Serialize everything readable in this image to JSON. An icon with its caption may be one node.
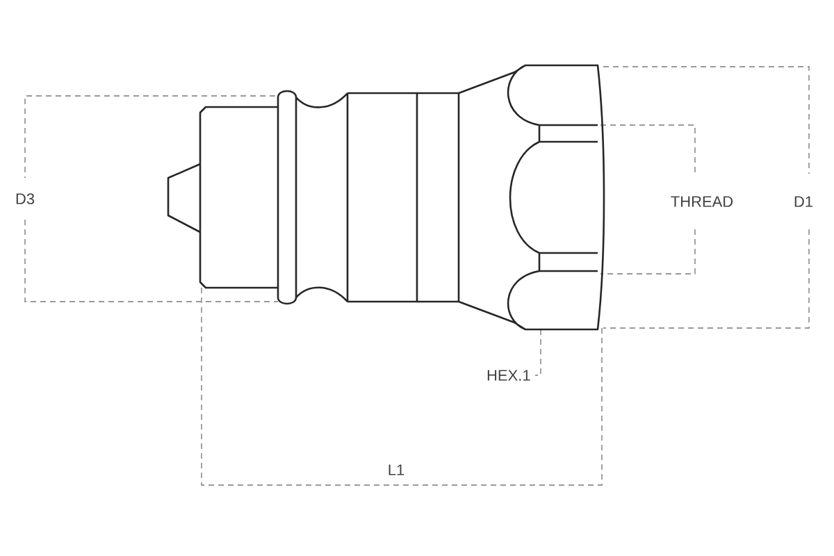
{
  "diagram": {
    "labels": [
      "D3",
      "THREAD",
      "D1",
      "HEX.1",
      "L1"
    ]
  }
}
